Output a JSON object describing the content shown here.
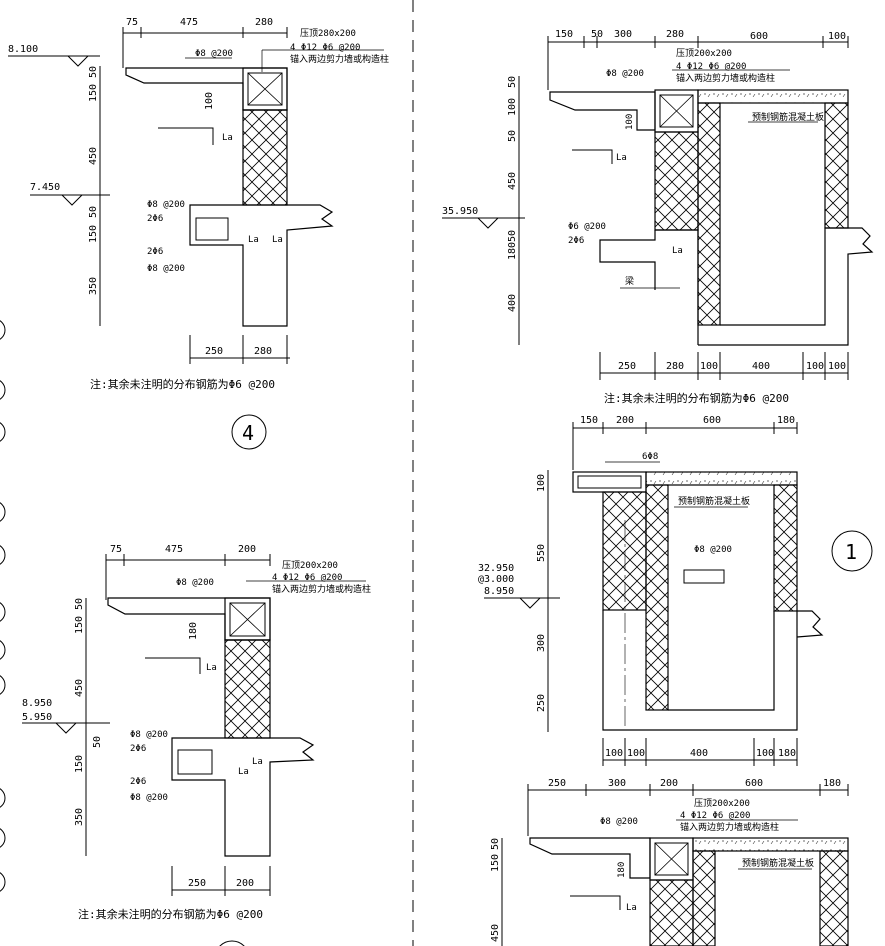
{
  "drawing": {
    "detail4": {
      "top_dims": [
        "75",
        "475",
        "280"
      ],
      "beam_size": "压顶280x200",
      "beam_bars": "4 Φ12   Φ6 @200",
      "beam_anchor": "锚入两边剪力墙或构造柱",
      "slab_bar": "Φ8 @200",
      "elev_top": "8.100",
      "elev_bottom": "7.450",
      "left_dims": [
        "50",
        "150",
        "450",
        "50",
        "150",
        "350"
      ],
      "ledge_dim": "100",
      "la": "La",
      "sill_bar_1": "Φ8 @200",
      "sill_bar_2": "2Φ6",
      "sill_bar_3": "2Φ6",
      "sill_bar_4": "Φ8 @200",
      "bottom_dims": [
        "250",
        "280"
      ],
      "note": "注:其余未注明的分布钢筋为Φ6 @200",
      "label": "4"
    },
    "detail_lower_left": {
      "top_dims": [
        "75",
        "475",
        "200"
      ],
      "beam_size": "压顶200x200",
      "beam_bars": "4 Φ12   Φ6 @200",
      "beam_anchor": "锚入两边剪力墙或构造柱",
      "slab_bar": "Φ8 @200",
      "elev_top": "8.950",
      "elev_bottom": "5.950",
      "left_dims": [
        "50",
        "150",
        "450",
        "50",
        "150",
        "350"
      ],
      "ledge_dim": "180",
      "la": "La",
      "sill_bar_1": "Φ8 @200",
      "sill_bar_2": "2Φ6",
      "sill_bar_3": "2Φ6",
      "sill_bar_4": "Φ8 @200",
      "bottom_dims": [
        "250",
        "200"
      ],
      "note": "注:其余未注明的分布钢筋为Φ6 @200"
    },
    "detail_top_right": {
      "top_dims": [
        "150",
        "50",
        "300",
        "280",
        "600",
        "100"
      ],
      "beam_size": "压顶200x200",
      "beam_bars": "4 Φ12   Φ6 @200",
      "beam_anchor": "锚入两边剪力墙或构造柱",
      "slab_bar": "Φ8 @200",
      "slab_label": "预制钢筋混凝土板",
      "elev": "35.950",
      "left_dims": [
        "50",
        "100",
        "50",
        "450",
        "50",
        "180",
        "400"
      ],
      "ledge_dim": "100",
      "la": "La",
      "sill_bar_1": "Φ6 @200",
      "sill_bar_2": "2Φ6",
      "beam_tag": "梁",
      "bottom_dims": [
        "250",
        "280",
        "100",
        "400",
        "100",
        "100"
      ],
      "note": "注:其余未注明的分布钢筋为Φ6 @200"
    },
    "detail1": {
      "top_dims": [
        "150",
        "200",
        "600",
        "180"
      ],
      "bar_tag": "6Φ8",
      "slab_label": "预制钢筋混凝土板",
      "inner_bar": "Φ8 @200",
      "elev_1": "32.950",
      "elev_2": "@3.000",
      "elev_3": "8.950",
      "left_dims": [
        "100",
        "550",
        "300",
        "250"
      ],
      "bottom_dims": [
        "100",
        "100",
        "400",
        "100",
        "180"
      ],
      "label": "1"
    },
    "detail_bottom_right": {
      "top_dims": [
        "250",
        "300",
        "200",
        "600",
        "180"
      ],
      "beam_size": "压顶200x200",
      "beam_bars": "4 Φ12   Φ6 @200",
      "beam_anchor": "锚入两边剪力墙或构造柱",
      "slab_bar": "Φ8 @200",
      "slab_label": "预制钢筋混凝土板",
      "left_dims": [
        "50",
        "150",
        "450"
      ],
      "ledge_dim": "180",
      "la": "La"
    }
  }
}
